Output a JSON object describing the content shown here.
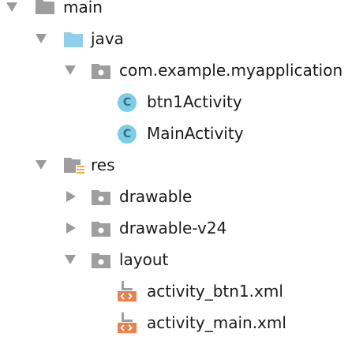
{
  "tree": {
    "items": [
      {
        "label": "main",
        "type": "folder",
        "state": "expanded"
      },
      {
        "label": "java",
        "type": "source-folder",
        "state": "expanded"
      },
      {
        "label": "com.example.myapplication",
        "type": "package",
        "state": "expanded"
      },
      {
        "label": "btn1Activity",
        "type": "class",
        "badge": "C"
      },
      {
        "label": "MainActivity",
        "type": "class",
        "badge": "C"
      },
      {
        "label": "res",
        "type": "resource-folder",
        "state": "expanded"
      },
      {
        "label": "drawable",
        "type": "folder",
        "state": "collapsed"
      },
      {
        "label": "drawable-v24",
        "type": "folder",
        "state": "collapsed"
      },
      {
        "label": "layout",
        "type": "folder",
        "state": "expanded"
      },
      {
        "label": "activity_btn1.xml",
        "type": "layout-file"
      },
      {
        "label": "activity_main.xml",
        "type": "layout-file"
      }
    ]
  },
  "colors": {
    "folder_gray": "#9e9e9e",
    "java_folder_blue": "#8fcfe9",
    "class_badge": "#7ecde4",
    "xml_orange": "#e8834f",
    "arrow": "#9b9b9b",
    "text": "#1a1a1a"
  }
}
